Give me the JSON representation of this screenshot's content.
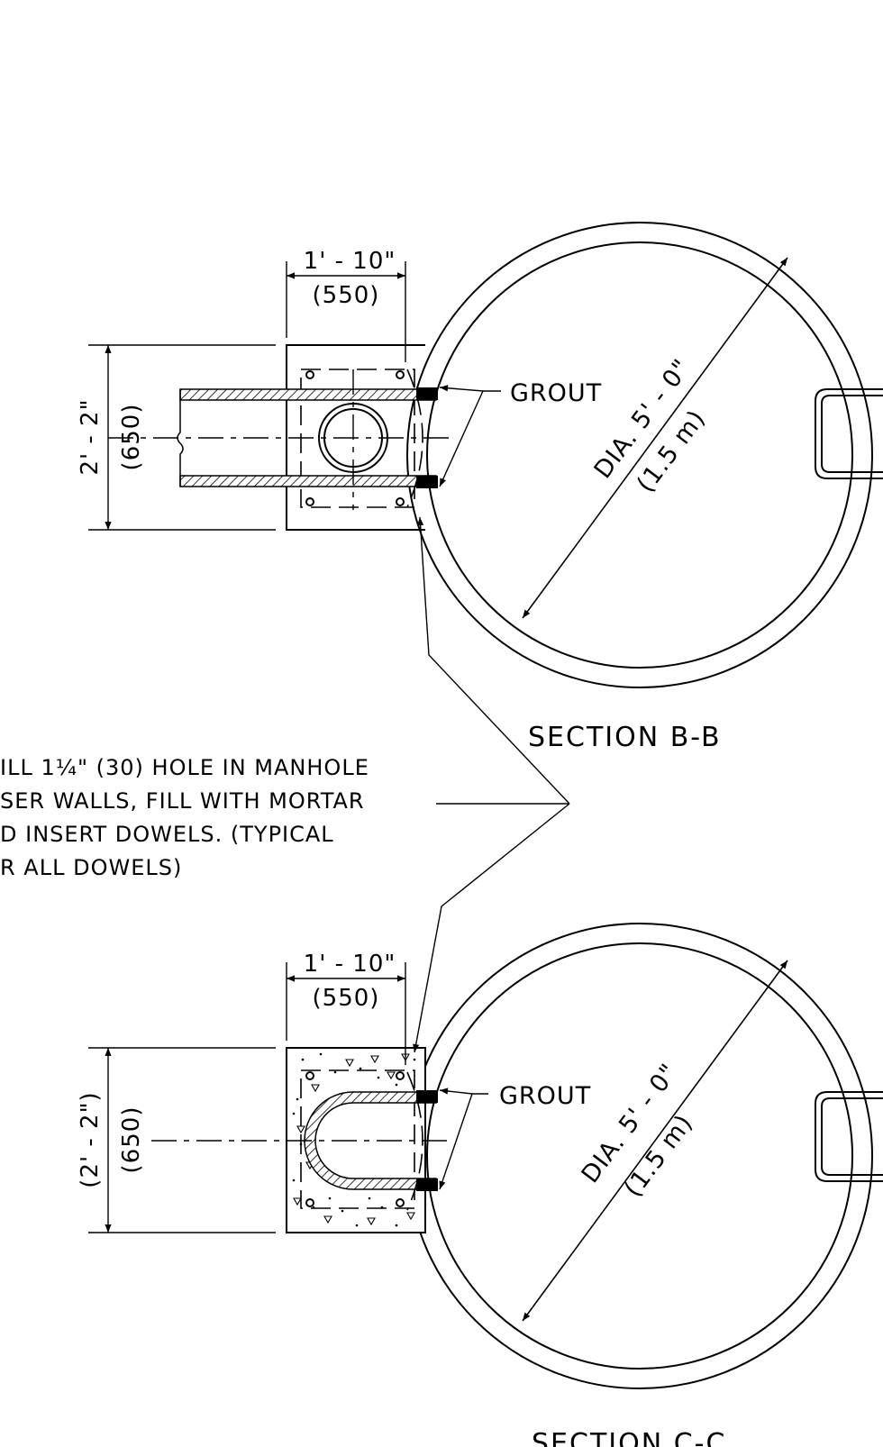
{
  "sections": [
    {
      "id": "B-B",
      "title": "SECTION B-B",
      "width_dim": "1' - 10\"",
      "width_dim_metric": "(550)",
      "height_dim": "2' - 2\"",
      "height_dim_metric": "(650)",
      "grout_label": "GROUT",
      "diameter_label": "DIA. 5' - 0\"",
      "diameter_metric": "(1.5 m)"
    },
    {
      "id": "C-C",
      "title": "SECTION C-C",
      "width_dim": "1' - 10\"",
      "width_dim_metric": "(550)",
      "height_dim": "(2' - 2\")",
      "height_dim_metric": "(650)",
      "grout_label": "GROUT",
      "diameter_label": "DIA. 5' - 0\"",
      "diameter_metric": "(1.5 m)"
    }
  ],
  "note": {
    "lines": [
      "ILL 1¼\" (30) HOLE IN MANHOLE",
      "SER WALLS, FILL WITH MORTAR",
      "D INSERT DOWELS. (TYPICAL",
      "R ALL DOWELS)"
    ]
  }
}
